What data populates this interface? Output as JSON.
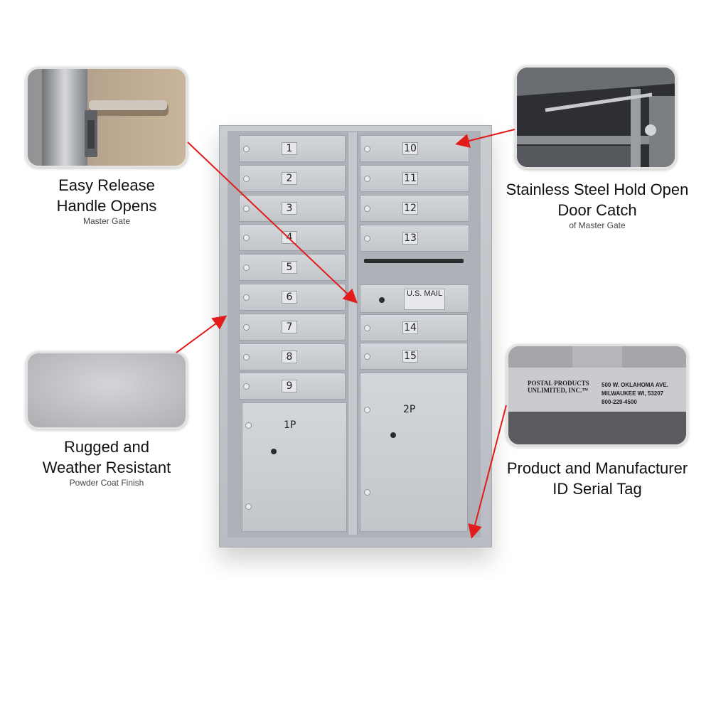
{
  "callouts": {
    "handle": {
      "title_line1": "Easy Release",
      "title_line2": "Handle Opens",
      "subtitle": "Master Gate"
    },
    "catch": {
      "title_line1": "Stainless Steel Hold Open",
      "title_line2": "Door Catch",
      "subtitle": "of Master Gate"
    },
    "finish": {
      "title_line1": "Rugged and",
      "title_line2": "Weather Resistant",
      "subtitle": "Powder Coat Finish"
    },
    "tag": {
      "title_line1": "Product and Manufacturer",
      "title_line2": "ID Serial Tag",
      "tag_brand_line1": "POSTAL PRODUCTS",
      "tag_brand_line2": "UNLIMITED, INC.™",
      "tag_address_line1": "500 W. OKLAHOMA AVE.",
      "tag_address_line2": "MILWAUKEE WI, 53207",
      "tag_phone": "800-229-4500"
    }
  },
  "mailbox": {
    "left_doors": [
      "1",
      "2",
      "3",
      "4",
      "5",
      "6",
      "7",
      "8",
      "9"
    ],
    "right_doors_top": [
      "10",
      "11",
      "12",
      "13"
    ],
    "right_doors_bottom": [
      "14",
      "15"
    ],
    "parcel_left": "1P",
    "parcel_right": "2P",
    "usmail_label": "U.S. MAIL"
  },
  "colors": {
    "arrow": "#e21b1b",
    "box": "#c3c6cb"
  }
}
